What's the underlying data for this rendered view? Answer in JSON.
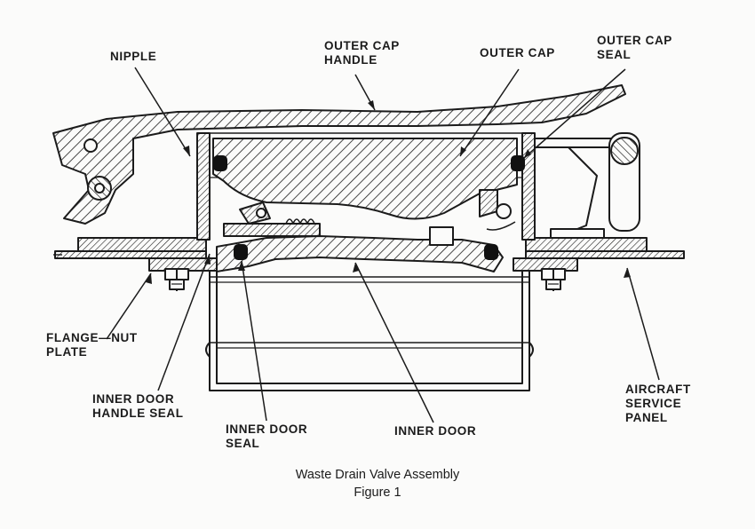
{
  "labels": {
    "nipple": "NIPPLE",
    "outer_cap_handle": [
      "OUTER CAP",
      "HANDLE"
    ],
    "outer_cap": "OUTER CAP",
    "outer_cap_seal": [
      "OUTER CAP",
      "SEAL"
    ],
    "flange_nut_plate": [
      "FLANGE—NUT",
      "PLATE"
    ],
    "inner_door_handle_seal": [
      "INNER DOOR",
      "HANDLE SEAL"
    ],
    "inner_door_seal": [
      "INNER DOOR",
      "SEAL"
    ],
    "inner_door": "INNER DOOR",
    "aircraft_service_panel": [
      "AIRCRAFT",
      "SERVICE",
      "PANEL"
    ]
  },
  "caption": {
    "title": "Waste Drain Valve Assembly",
    "figure": "Figure 1"
  },
  "colors": {
    "ink": "#1b1b1b",
    "paper": "#fbfbfa",
    "seal_fill": "#111111"
  }
}
